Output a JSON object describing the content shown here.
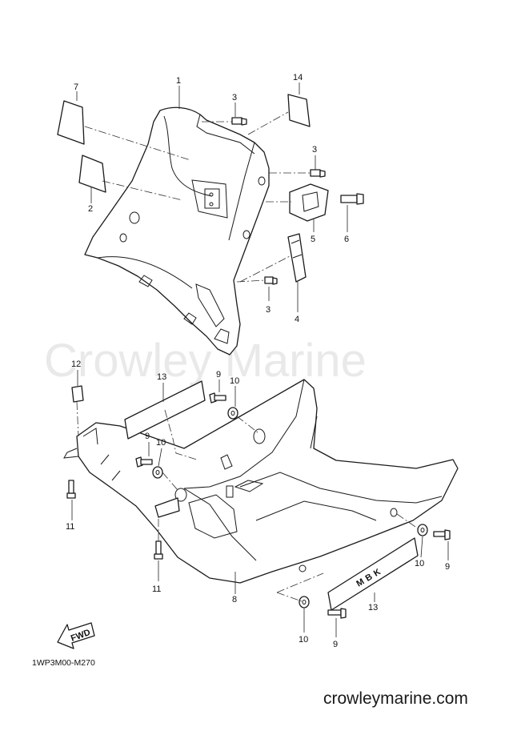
{
  "watermark": "Crowley Marine",
  "diagram_code": "1WP3M00-M270",
  "footer_site": "crowleymarine.com",
  "fwd_label": "FWD",
  "emblem_text": "MBK",
  "callouts": {
    "c1": "1",
    "c2": "2",
    "c3a": "3",
    "c3b": "3",
    "c3c": "3",
    "c4": "4",
    "c5": "5",
    "c6": "6",
    "c7": "7",
    "c8": "8",
    "c9a": "9",
    "c9b": "9",
    "c9c": "9",
    "c9d": "9",
    "c10a": "10",
    "c10b": "10",
    "c10c": "10",
    "c10d": "10",
    "c11a": "11",
    "c11b": "11",
    "c12": "12",
    "c13a": "13",
    "c13b": "13",
    "c14": "14"
  }
}
